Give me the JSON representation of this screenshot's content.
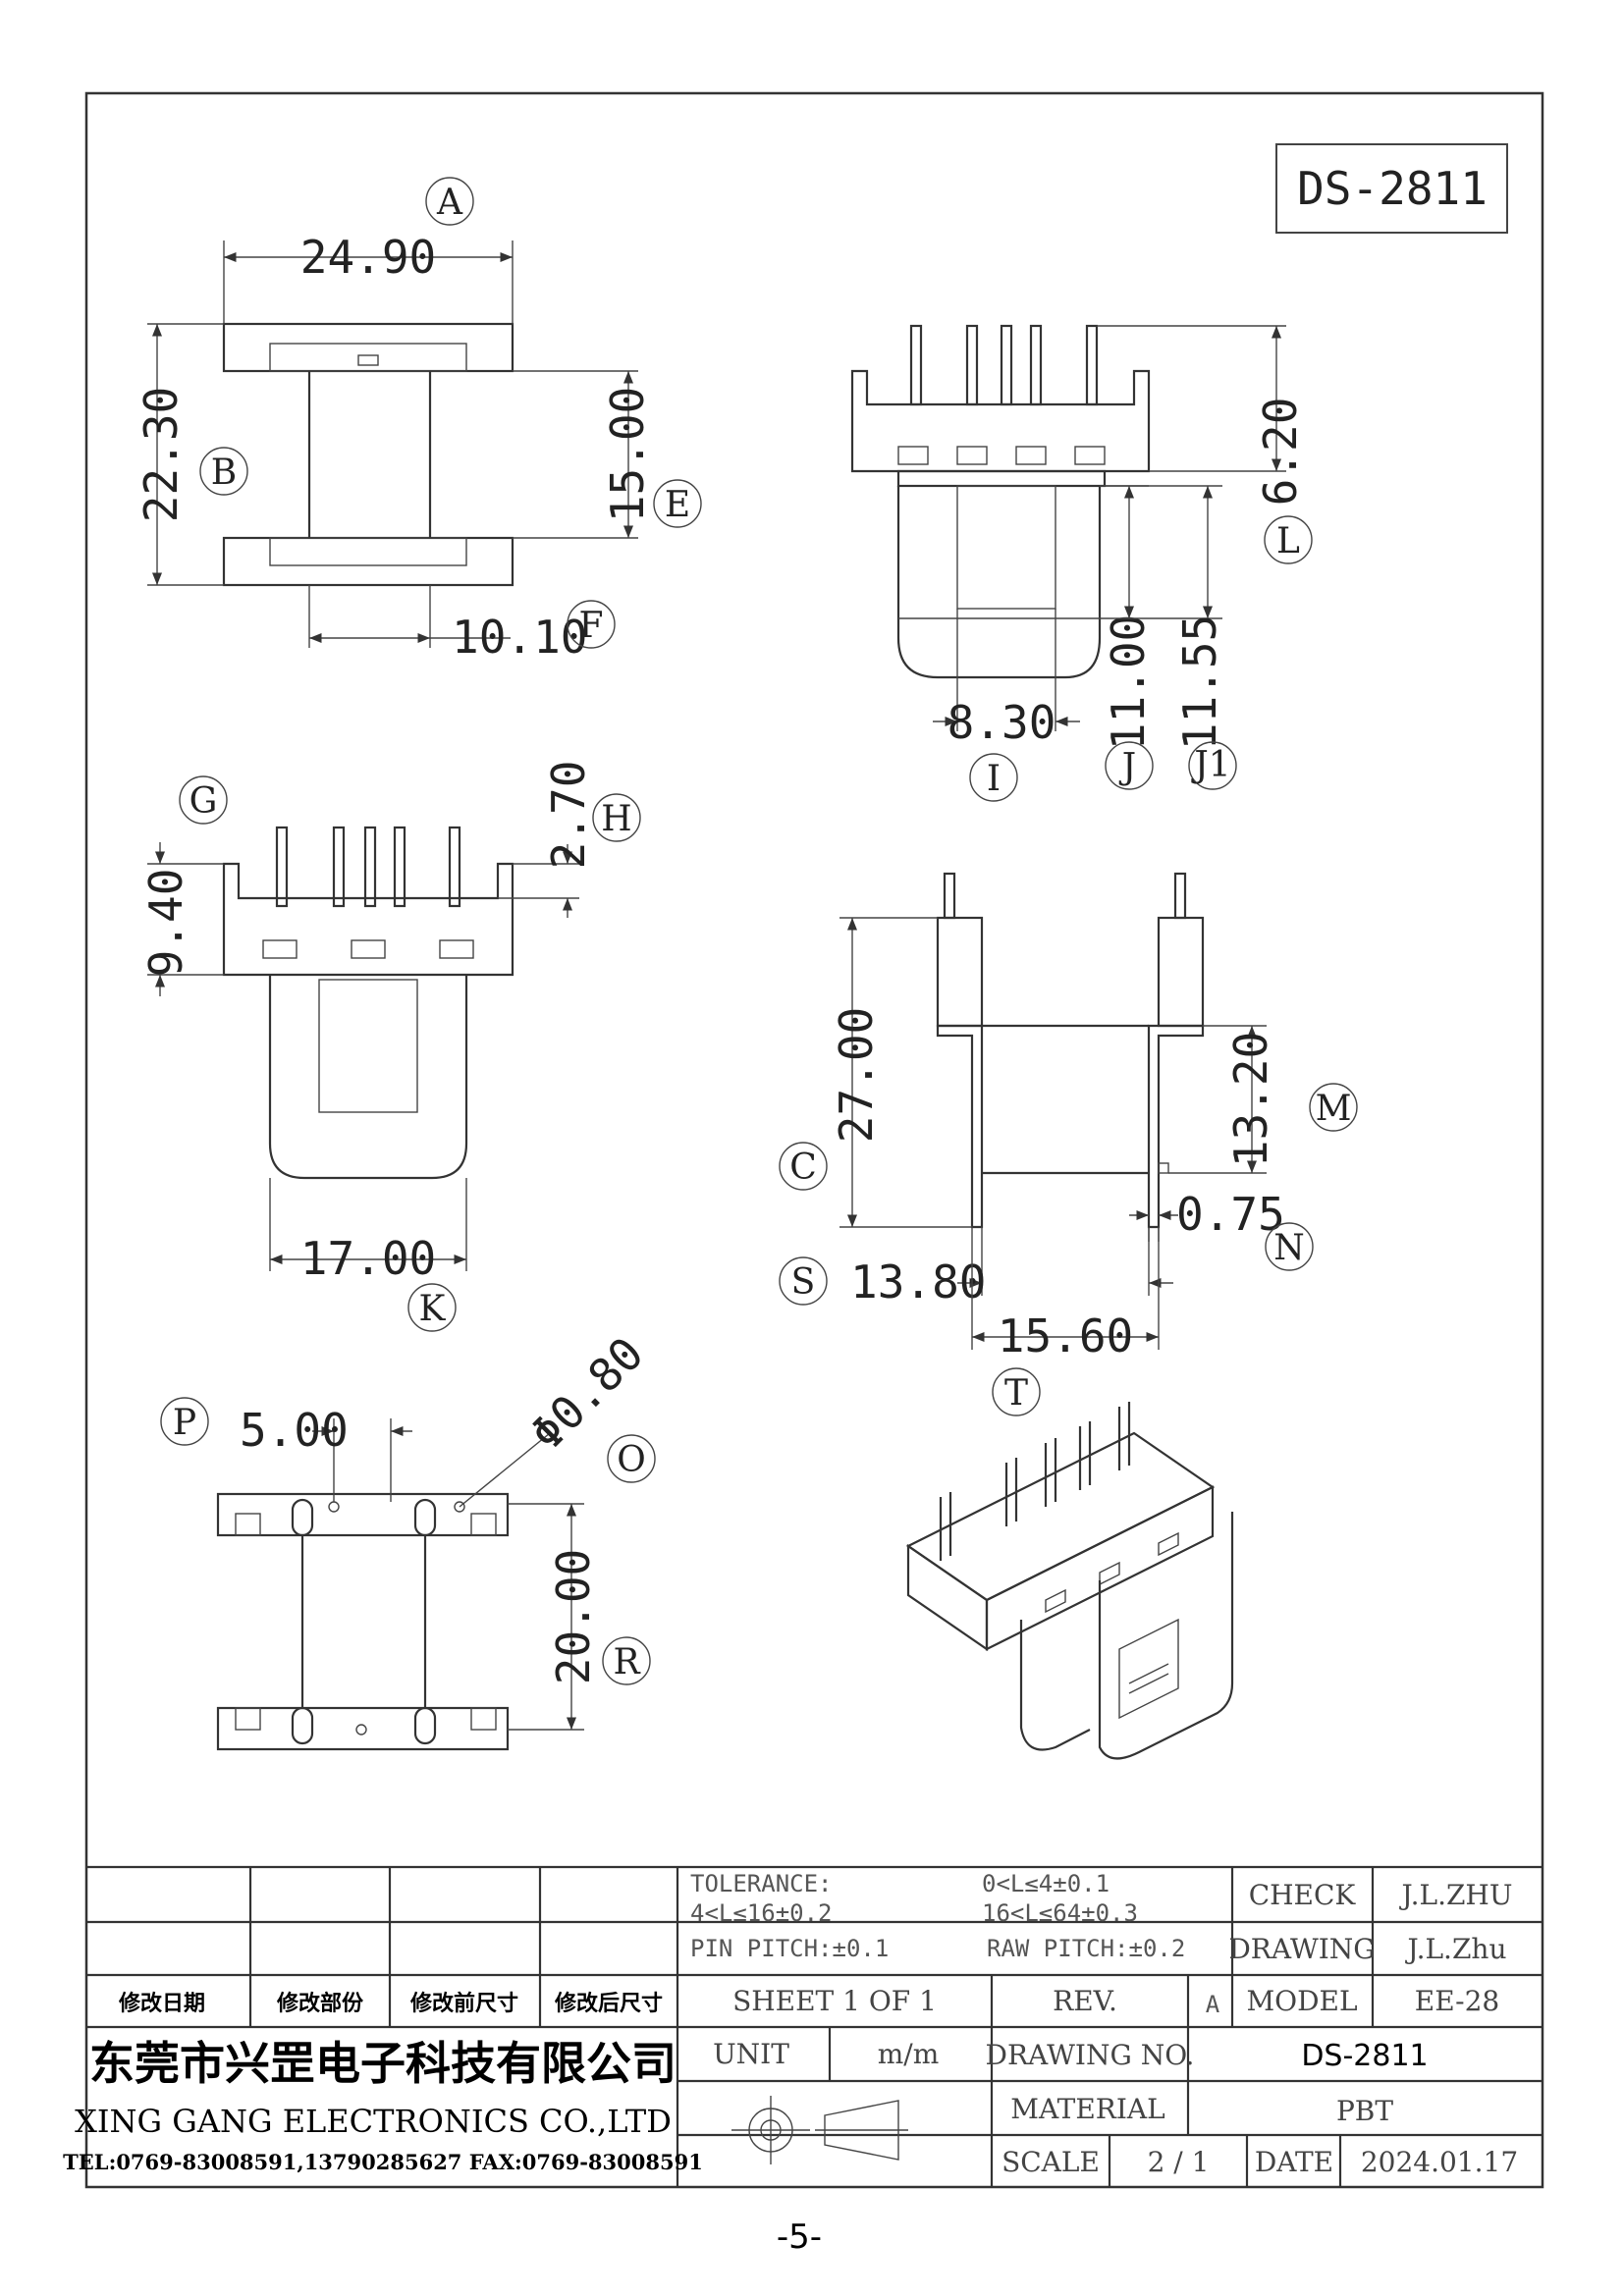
{
  "drawing_code": "DS-2811",
  "views": {
    "top": {
      "balloons": [
        "A",
        "B",
        "E",
        "F"
      ],
      "dims": [
        "24.90",
        "22.30",
        "15.00",
        "10.10"
      ]
    },
    "side": {
      "balloons": [
        "L",
        "I",
        "J",
        "J1"
      ],
      "dims": [
        "6.20",
        "8.30",
        "11.00",
        "11.55"
      ]
    },
    "front": {
      "balloons": [
        "G",
        "H",
        "K"
      ],
      "dims": [
        "9.40",
        "2.70",
        "17.00"
      ]
    },
    "section": {
      "balloons": [
        "C",
        "M",
        "N",
        "S",
        "T"
      ],
      "dims": [
        "27.00",
        "13.20",
        "0.75",
        "13.80",
        "15.60"
      ]
    },
    "bottom": {
      "balloons": [
        "P",
        "O",
        "R"
      ],
      "dims": [
        "5.00",
        "Φ0.80",
        "20.00"
      ]
    }
  },
  "title_block": {
    "tolerance": {
      "l1": "TOLERANCE:",
      "l2": "4<L≤16±0.2",
      "l3": "PIN PITCH:±0.1",
      "r1": "0<L≤4±0.1",
      "r2": "16<L≤64±0.3",
      "r3": "RAW PITCH:±0.2"
    },
    "check_label": "CHECK",
    "check_value": "J.L.ZHU",
    "drawing_label": "DRAWING",
    "drawing_value": "J.L.Zhu",
    "rev_headers": [
      "修改日期",
      "修改部份",
      "修改前尺寸",
      "修改后尺寸"
    ],
    "sheet": "SHEET 1 OF 1",
    "rev_label": "REV.",
    "rev_value": "A",
    "model_label": "MODEL",
    "model_value": "EE-28",
    "unit_label": "UNIT",
    "unit_value": "m/m",
    "drawing_no_label": "DRAWING NO.",
    "drawing_no_value": "DS-2811",
    "material_label": "MATERIAL",
    "material_value": "PBT",
    "scale_label": "SCALE",
    "scale_value": "2 / 1",
    "date_label": "DATE",
    "date_value": "2024.01.17",
    "company_cn": "东莞市兴罡电子科技有限公司",
    "company_en": "XING GANG ELECTRONICS CO.,LTD",
    "company_tel": "TEL:0769-83008591,13790285627 FAX:0769-83008591"
  },
  "page_number": "-5-"
}
